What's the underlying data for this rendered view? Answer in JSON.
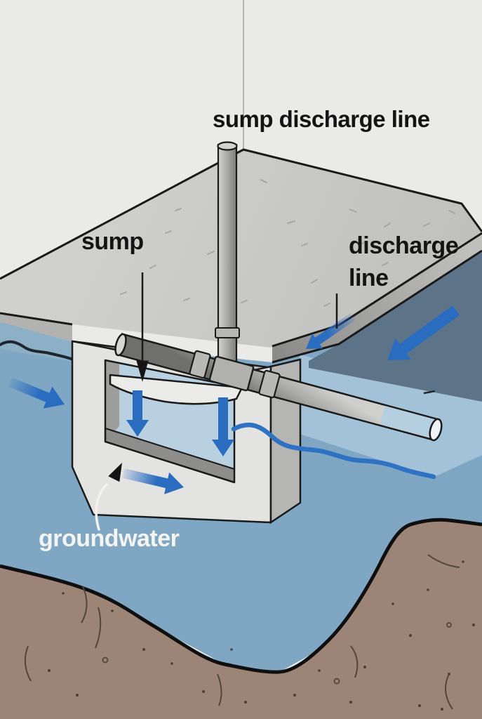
{
  "diagram": {
    "title_label": "sump discharge line",
    "labels": {
      "sump_discharge_line": "sump discharge line",
      "sump": "sump",
      "discharge_line_1": "discharge",
      "discharge_line_2": "line",
      "groundwater": "groundwater"
    },
    "colors": {
      "wall": "#eaeae8",
      "slab": "#cbcbc9",
      "slab_edge_dark": "#8a8a88",
      "slab_edge_light": "#c0c0be",
      "concrete_light": "#e3e3e1",
      "concrete_shadow": "#9e9e9c",
      "water_left": "#7fa7c3",
      "water_light": "#a3c2d8",
      "water_dark": "#5d7488",
      "sump_water": "#b9d0e0",
      "arrow_blue": "#2a6cc0",
      "ripple_blue": "#2f72c4",
      "soil": "#9c8576",
      "pipe_gray": "#a9a9a7",
      "ink": "#1a1a1a",
      "label_dark": "#141414",
      "label_light": "#f4f4f2"
    }
  }
}
